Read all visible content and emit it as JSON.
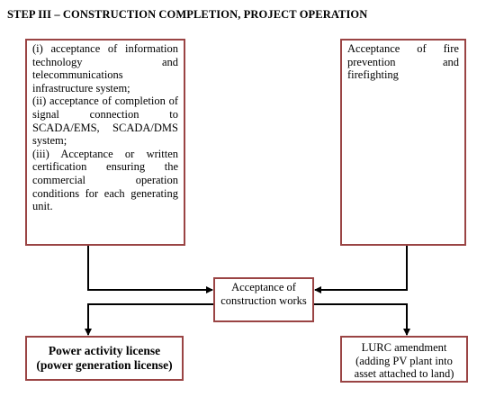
{
  "title": "STEP III – CONSTRUCTION COMPLETION, PROJECT OPERATION",
  "boxes": {
    "left": {
      "items": [
        "(i) acceptance of information technology and telecommunications infrastructure system;",
        "(ii) acceptance of completion of signal connection to SCADA/EMS, SCADA/DMS system;",
        "(iii) Acceptance or written certification ensuring the commercial operation conditions for each generating unit."
      ]
    },
    "right": {
      "text": "Acceptance of fire prevention and firefighting"
    },
    "middle": {
      "text": "Acceptance of construction works"
    },
    "bottom_left": {
      "text": "Power activity license (power generation license)"
    },
    "bottom_right": {
      "text": "LURC amendment (adding PV plant into asset attached to land)"
    }
  },
  "colors": {
    "box_border": "#9a4444",
    "arrow": "#000000"
  }
}
